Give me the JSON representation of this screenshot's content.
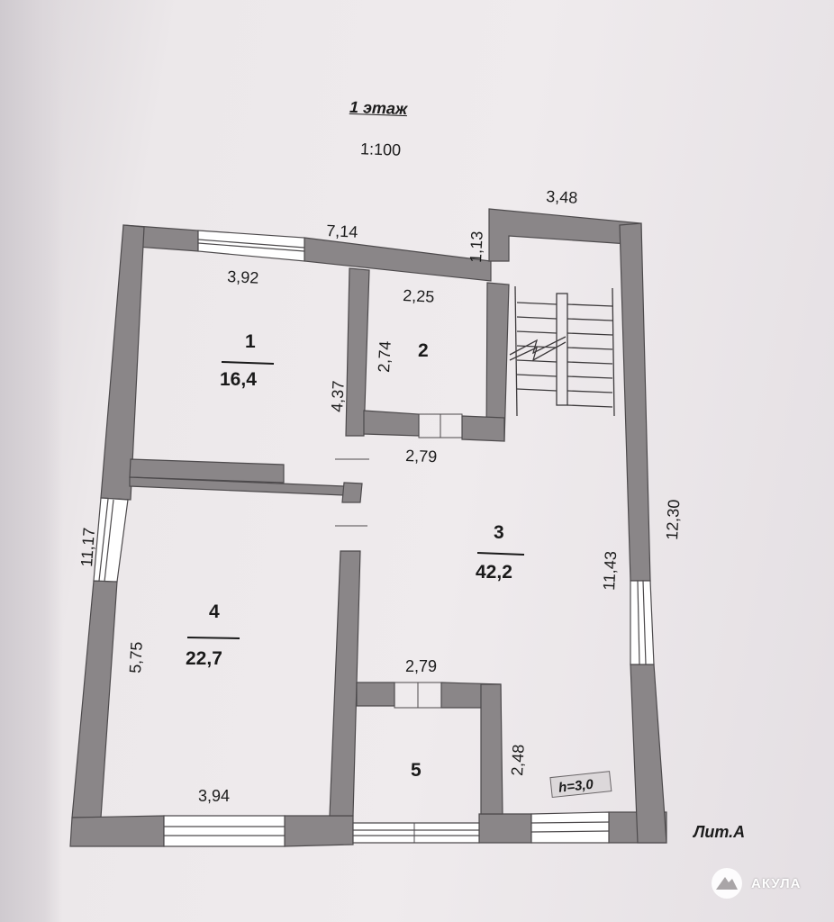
{
  "header": {
    "title": "1 этаж",
    "scale": "1:100"
  },
  "dimensions": {
    "outer_top_left": "7,14",
    "outer_top_right": "3,48",
    "step_height": "1,13",
    "left_side": "11,17",
    "right_side": "12,30",
    "room1_width": "3,92",
    "room1_height": "4,37",
    "room2_width": "2,25",
    "room2_height": "2,74",
    "corridor_top": "2,79",
    "room3_height": "11,43",
    "room4_height": "5,75",
    "room4_width": "3,94",
    "room5_top": "2,79",
    "room5_height": "2,48"
  },
  "rooms": [
    {
      "number": "1",
      "area": "16,4"
    },
    {
      "number": "2"
    },
    {
      "number": "3",
      "area": "42,2"
    },
    {
      "number": "4",
      "area": "22,7"
    },
    {
      "number": "5"
    }
  ],
  "ceiling_height": "h=3,0",
  "letter": "Лит.А",
  "watermark": {
    "text": "АКУЛА"
  },
  "colors": {
    "wall": "#8a8688",
    "paper": "#ece8ea",
    "ink": "#1c1c1c"
  }
}
